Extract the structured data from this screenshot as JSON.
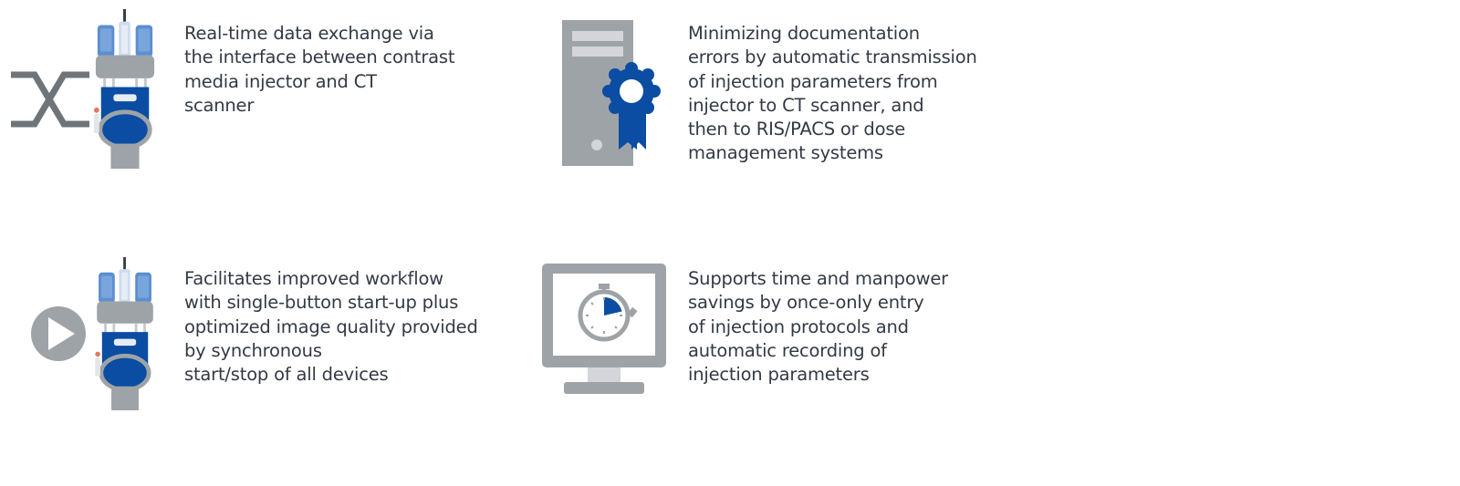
{
  "colors": {
    "gray": "#9ea3a8",
    "light_gray": "#d3d5d8",
    "blue": "#0a4da2",
    "light_blue": "#5b8fd0",
    "text": "#333a45"
  },
  "features": [
    {
      "icon": "injector-data-exchange-icon",
      "lines": [
        "Real-time data exchange via",
        "the interface between contrast",
        "media injector and CT",
        "scanner"
      ]
    },
    {
      "icon": "server-certificate-icon",
      "lines": [
        "Minimizing documentation",
        "errors by automatic transmission",
        "of injection parameters from",
        "injector to CT scanner, and",
        "then to RIS/PACS or dose",
        "management systems"
      ]
    },
    {
      "icon": "injector-play-icon",
      "lines": [
        "Facilitates improved workflow",
        "with single-button start-up plus",
        "optimized image quality provided",
        "by synchronous",
        "start/stop of all devices"
      ]
    },
    {
      "icon": "monitor-stopwatch-icon",
      "lines": [
        "Supports time and manpower",
        "savings by once-only entry",
        "of injection protocols and",
        "automatic recording of",
        "injection parameters"
      ]
    }
  ]
}
